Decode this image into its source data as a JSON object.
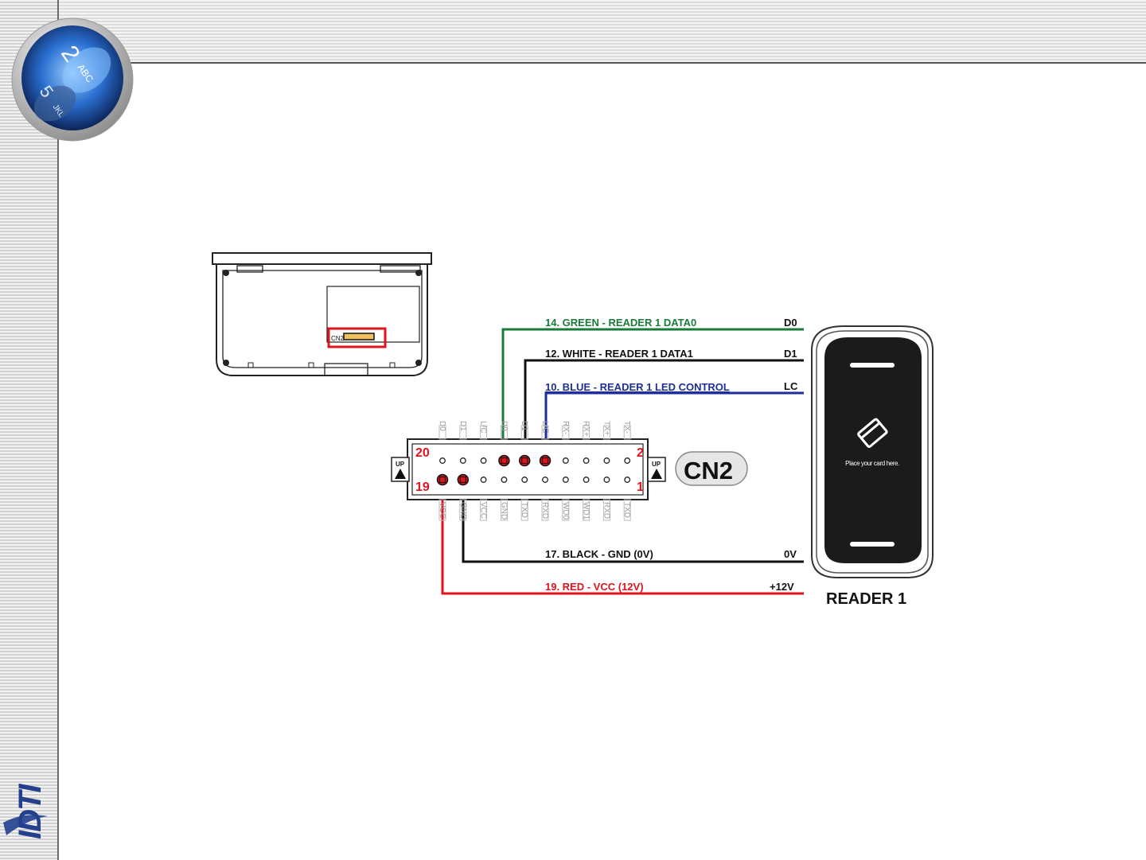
{
  "keypad_graphic": {
    "key_2": "2",
    "key_2_letters": "ABC",
    "key_5": "5",
    "key_5_letters": "JKL"
  },
  "brand": {
    "name": "IDTI"
  },
  "controller": {
    "connector_label": "CN2"
  },
  "connector": {
    "name": "CN2",
    "up_label": "UP",
    "pin_20": "20",
    "pin_19": "19",
    "pin_2": "2",
    "pin_1": "1",
    "top_pin_labels": [
      "D0",
      "D1",
      "L/C",
      "D0",
      "D1",
      "L/C",
      "RX-",
      "RX+",
      "TX+",
      "TX-"
    ],
    "bottom_pin_labels": [
      "VCC",
      "GND",
      "VCC",
      "GND",
      "TXD",
      "RXD",
      "WD0",
      "WD1",
      "RXD",
      "TXD"
    ]
  },
  "wires": [
    {
      "label": "14. GREEN - READER 1 DATA0",
      "terminal": "D0",
      "color": "#1a7a3a"
    },
    {
      "label": "12. WHITE - READER 1 DATA1",
      "terminal": "D1",
      "color": "#111111"
    },
    {
      "label": "10. BLUE - READER 1 LED CONTROL",
      "terminal": "LC",
      "color": "#1e2f9a"
    },
    {
      "label": "17. BLACK - GND (0V)",
      "terminal": "0V",
      "color": "#111111"
    },
    {
      "label": "19. RED - VCC (12V)",
      "terminal": "+12V",
      "color": "#e0141e"
    }
  ],
  "reader": {
    "prompt": "Place your card here.",
    "name": "READER 1"
  }
}
